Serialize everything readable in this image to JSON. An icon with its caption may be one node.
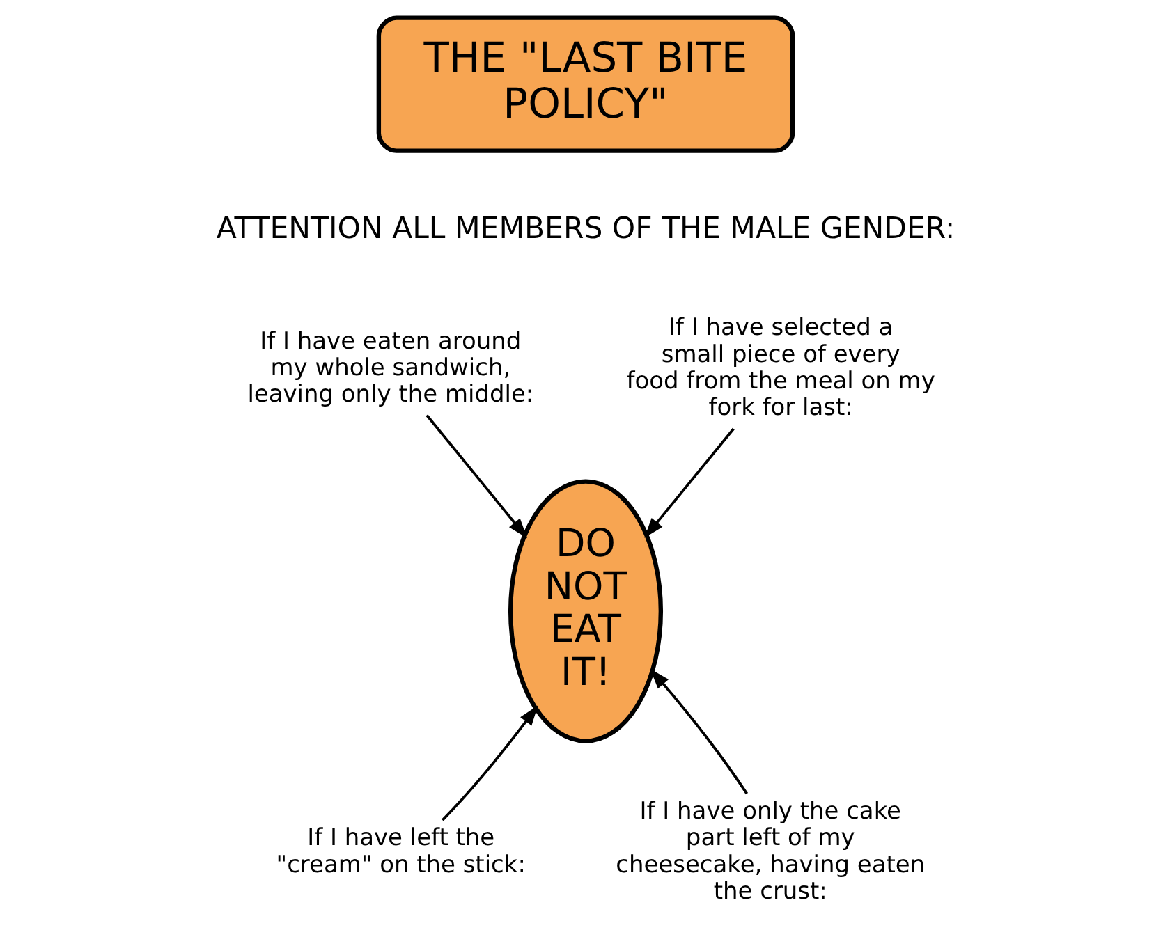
{
  "diagram": {
    "nodes": [
      {
        "text": [
          "THE \"LAST BITE POLICY\""
        ]
      },
      {
        "text": [
          "If I have eaten around my whole sandwich, leaving only the middle:"
        ]
      },
      {
        "text": [
          "If I have selected a small piece of every food from the meal on my fork for last:"
        ]
      },
      {
        "text": [
          "DO NOT EAT IT!"
        ]
      },
      {
        "text": [
          "If I have left the \"cream\" on the stick:"
        ]
      },
      {
        "text": [
          "If I have only the cake part left of my cheesecake, having eaten the crust:"
        ]
      }
    ],
    "edges": [
      {
        "from": 1,
        "to": 3,
        "arrow": "to"
      },
      {
        "from": 2,
        "to": 3,
        "arrow": "to"
      },
      {
        "from": 4,
        "to": 3,
        "arrow": "to"
      },
      {
        "from": 5,
        "to": 3,
        "arrow": "to"
      }
    ],
    "labels": [
      "ATTENTION ALL MEMBERS OF THE MALE GENDER:"
    ]
  }
}
